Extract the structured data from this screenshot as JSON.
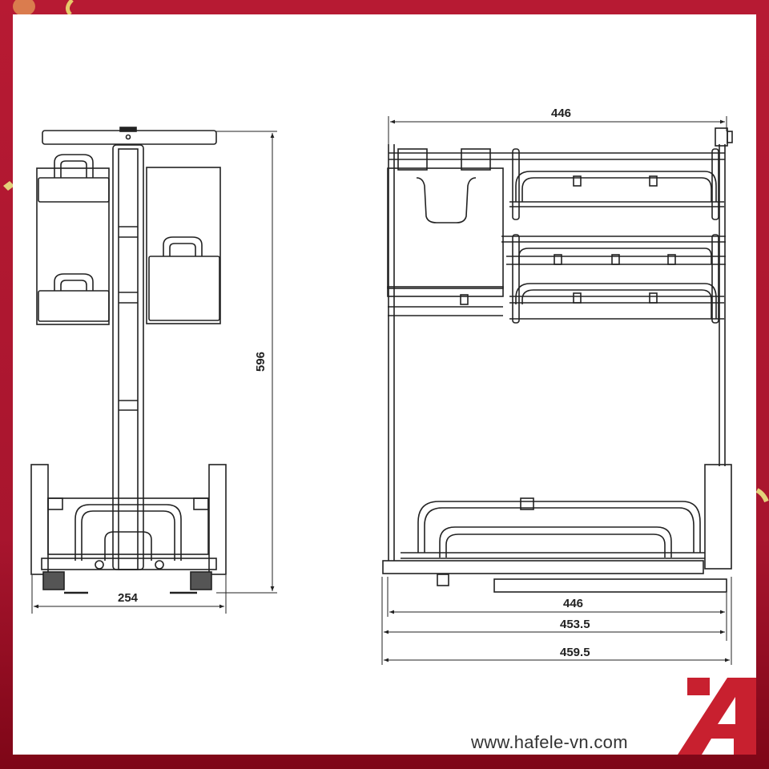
{
  "brand": {
    "website": "www.hafele-vn.com",
    "logo_color": "#c8202f",
    "frame_color": "#b71a33",
    "frame_bottom_color": "#7e0617"
  },
  "side_view": {
    "height_label": "596",
    "width_label": "254"
  },
  "front_view": {
    "top_width_label": "446",
    "bottom_dimensions": [
      "446",
      "453.5",
      "459.5"
    ]
  }
}
